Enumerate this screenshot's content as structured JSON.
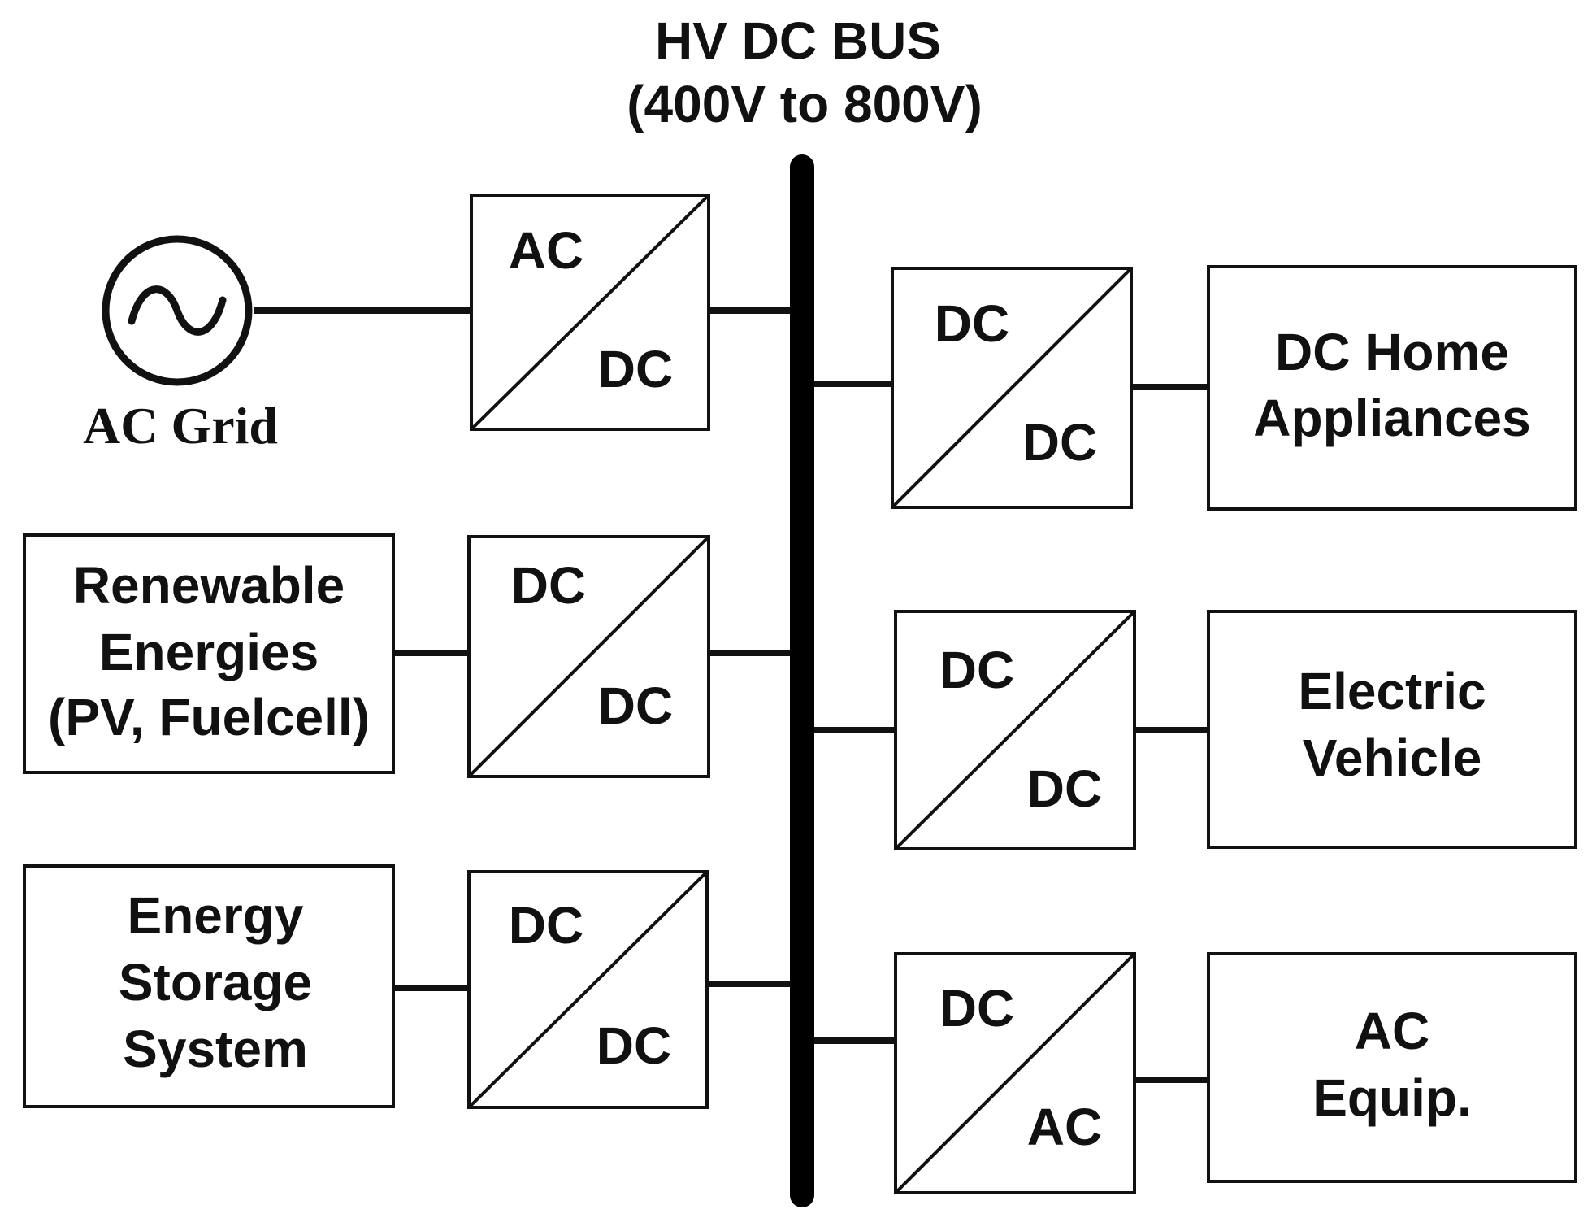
{
  "bus": {
    "title": "HV DC BUS",
    "range": "(400V to 800V)"
  },
  "ac_grid": {
    "label": "AC Grid",
    "icon": "ac-source-icon"
  },
  "sources": {
    "renewable": [
      "Renewable",
      "Energies",
      "(PV, Fuelcell)"
    ],
    "storage": [
      "Energy",
      "Storage",
      "System"
    ]
  },
  "converters": {
    "grid": {
      "top": "AC",
      "bottom": "DC"
    },
    "renewable": {
      "top": "DC",
      "bottom": "DC"
    },
    "storage": {
      "top": "DC",
      "bottom": "DC"
    },
    "home": {
      "top": "DC",
      "bottom": "DC"
    },
    "ev": {
      "top": "DC",
      "bottom": "DC"
    },
    "ac_equip": {
      "top": "DC",
      "bottom": "AC"
    }
  },
  "loads": {
    "home": [
      "DC Home",
      "Appliances"
    ],
    "ev": [
      "Electric",
      "Vehicle"
    ],
    "ac_equip": [
      "AC",
      "Equip."
    ]
  }
}
